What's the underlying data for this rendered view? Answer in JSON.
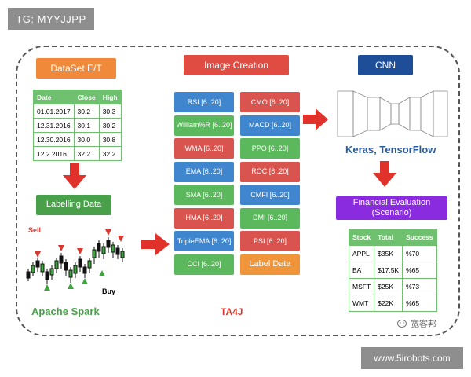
{
  "tag": "TG: MYYJJPP",
  "watermark_url": "www.5irobots.com",
  "watermark_brand": "宽客邦",
  "dataset": {
    "title": "DataSet E/T",
    "headers": [
      "Date",
      "Close",
      "High"
    ],
    "rows": [
      [
        "01.01.2017",
        "30.2",
        "30.3"
      ],
      [
        "12.31.2016",
        "30.1",
        "30.2"
      ],
      [
        "12.30.2016",
        "30.0",
        "30.8"
      ],
      [
        "12.2.2016",
        "32.2",
        "32.2"
      ]
    ]
  },
  "labelling": {
    "title": "Labelling Data",
    "sell": "Sell",
    "buy": "Buy",
    "spark": "Apache Spark"
  },
  "image_creation": {
    "title": "Image Creation",
    "left": [
      {
        "label": "RSI [6..20]",
        "color": "blue"
      },
      {
        "label": "William%R [6..20]",
        "color": "green"
      },
      {
        "label": "WMA [6..20]",
        "color": "red"
      },
      {
        "label": "EMA [6..20]",
        "color": "blue"
      },
      {
        "label": "SMA [6..20]",
        "color": "green"
      },
      {
        "label": "HMA [6..20]",
        "color": "red"
      },
      {
        "label": "TripleEMA [6..20]",
        "color": "blue"
      },
      {
        "label": "CCI [6..20]",
        "color": "green"
      }
    ],
    "right": [
      {
        "label": "CMO [6..20]",
        "color": "red"
      },
      {
        "label": "MACD [6..20]",
        "color": "blue"
      },
      {
        "label": "PPO [6..20]",
        "color": "green"
      },
      {
        "label": "ROC [6..20]",
        "color": "red"
      },
      {
        "label": "CMFI [6..20]",
        "color": "blue"
      },
      {
        "label": "DMI [6..20]",
        "color": "green"
      },
      {
        "label": "PSI [6..20]",
        "color": "red"
      },
      {
        "label": "Label Data",
        "color": "orange"
      }
    ],
    "footer": "TA4J"
  },
  "cnn": {
    "title": "CNN",
    "framework": "Keras, TensorFlow"
  },
  "evaluation": {
    "title_line1": "Financial  Evaluation",
    "title_line2": "(Scenario)",
    "headers": [
      "Stock",
      "Total",
      "Success"
    ],
    "rows": [
      [
        "APPL",
        "$35K",
        "%70"
      ],
      [
        "BA",
        "$17.5K",
        "%65"
      ],
      [
        "MSFT",
        "$25K",
        "%73"
      ],
      [
        "WMT",
        "$22K",
        "%65"
      ]
    ]
  }
}
